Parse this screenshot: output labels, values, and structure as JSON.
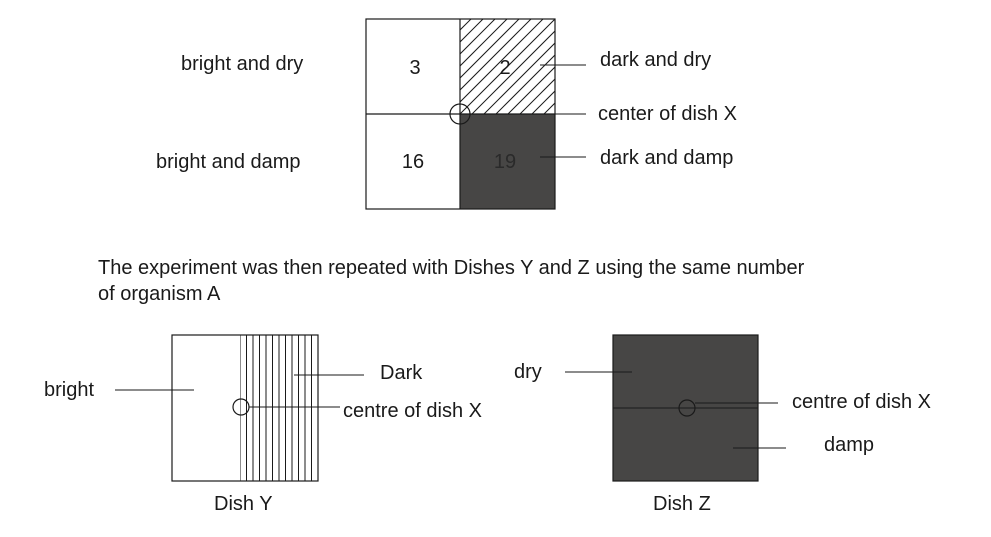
{
  "dish_x": {
    "labels": {
      "bright_dry": "bright and dry",
      "bright_damp": "bright and damp",
      "dark_dry": "dark and dry",
      "center": "center of dish X",
      "dark_damp": "dark and damp"
    },
    "counts": {
      "bright_dry": "3",
      "dark_dry": "2",
      "bright_damp": "16",
      "dark_damp": "19"
    }
  },
  "paragraph": {
    "line1": "The experiment was then repeated with Dishes Y and Z using the same number",
    "line2": "of organism A"
  },
  "dish_y": {
    "bright": "bright",
    "dark": "Dark",
    "center": "centre of dish X",
    "caption": "Dish Y"
  },
  "dish_z": {
    "dry": "dry",
    "center": "centre of dish X",
    "damp": "damp",
    "caption": "Dish Z"
  },
  "colors": {
    "dark_fill": "#474645",
    "line": "#1a1a1a"
  }
}
